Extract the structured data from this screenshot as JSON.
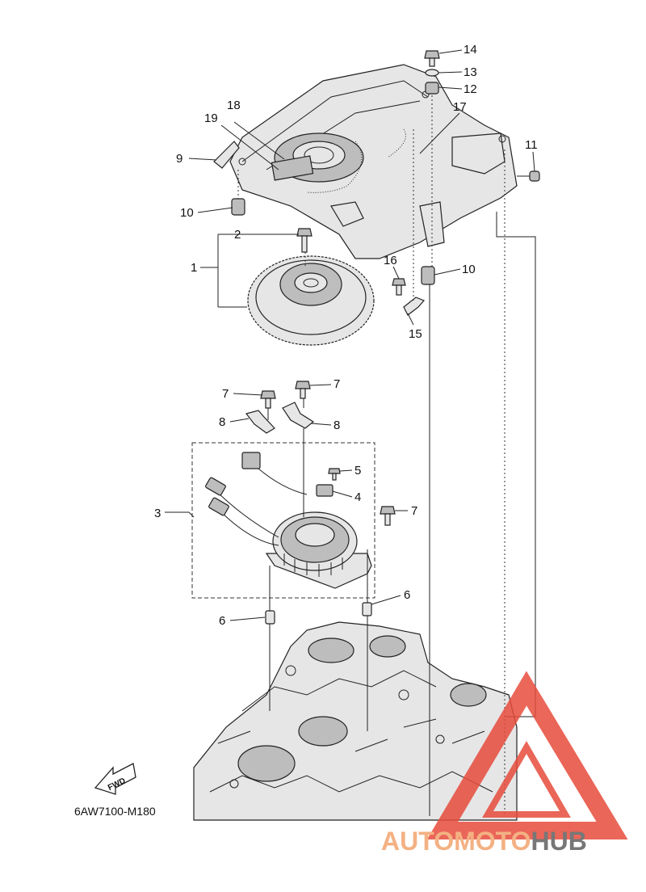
{
  "diagram_code": "6AW7100-M180",
  "fwd_label": "FWD",
  "watermark": {
    "part1": "AUTO",
    "part2": "MOTO",
    "part3": "HUB",
    "color_primary": "#f4b183",
    "color_accent": "#e74c3c",
    "color_dark": "#777777"
  },
  "callouts": {
    "c1": "1",
    "c2": "2",
    "c3": "3",
    "c4": "4",
    "c5": "5",
    "c6a": "6",
    "c6b": "6",
    "c7a": "7",
    "c7b": "7",
    "c7c": "7",
    "c8a": "8",
    "c8b": "8",
    "c9": "9",
    "c10a": "10",
    "c10b": "10",
    "c11": "11",
    "c12": "12",
    "c13": "13",
    "c14": "14",
    "c15": "15",
    "c16": "16",
    "c17": "17",
    "c18": "18",
    "c19": "19"
  }
}
